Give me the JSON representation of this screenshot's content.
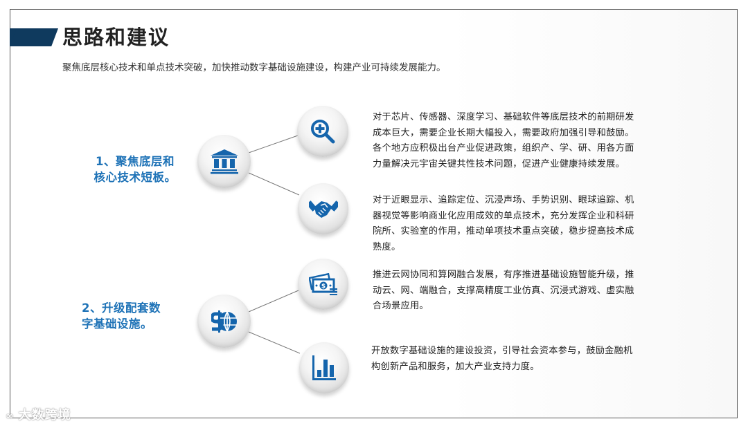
{
  "slide": {
    "title": "思路和建议",
    "subtitle": "聚焦底层核心技术和单点技术突破，加快推动数字基础设施建设，构建产业可持续发展能力。",
    "colors": {
      "title_bar": "#0f3a5e",
      "accent_blue": "#1f73b7",
      "icon_blue": "#1565ac",
      "text": "#222222"
    }
  },
  "groups": [
    {
      "label_line1": "1、聚焦底层和",
      "label_line2": "核心技术短板。",
      "hub_icon": "bank-icon",
      "items": [
        {
          "icon": "magnifier-plus-icon",
          "lines": [
            "对于芯片、传感器、深度学习、基础软件等底层技术的前期研发",
            "成本巨大，需要企业长期大幅投入，需要政府加强引导和鼓励。",
            "各个地方应积极出台产业促进政策，组织产、学、研、用各方面",
            "力量解决元宇宙关键共性技术问题，促进产业健康持续发展。"
          ]
        },
        {
          "icon": "handshake-icon",
          "lines": [
            "对于近眼显示、追踪定位、沉浸声场、手势识别、眼球追踪、机",
            "器视觉等影响商业化应用成效的单点技术，充分发挥企业和科研",
            "院所、实验室的作用，推动单项技术重点突破，稳步提高技术成",
            "熟度。"
          ]
        }
      ]
    },
    {
      "label_line1": "2、升级配套数",
      "label_line2": "字基础设施。",
      "hub_icon": "dollar-globe-icon",
      "items": [
        {
          "icon": "money-bills-icon",
          "lines": [
            "推进云网协同和算网融合发展，有序推进基础设施智能升级，推",
            "动云、网、端融合，支撑高精度工业仿真、沉浸式游戏、虚实融",
            "合场景应用。"
          ]
        },
        {
          "icon": "bar-chart-icon",
          "lines": [
            "开放数字基础设施的建设投资，引导社会资本参与，鼓励金融机",
            "构创新产品和服务，加大产业支持力度。"
          ]
        }
      ]
    }
  ],
  "watermark": {
    "logo": "∞",
    "text": "大数跨境"
  }
}
